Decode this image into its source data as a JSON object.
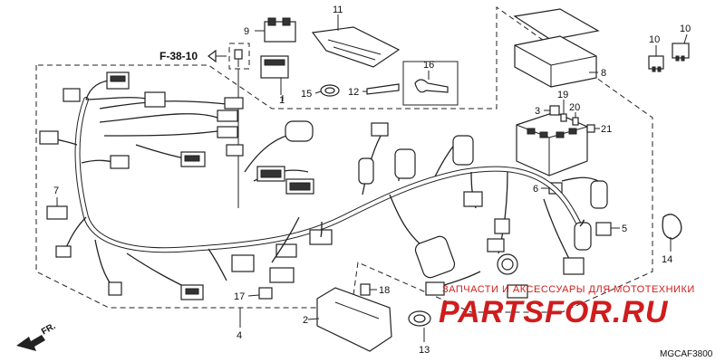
{
  "diagram": {
    "ref_label": "F-38-10",
    "code": "MGCAF3800",
    "front_label": "FR.",
    "watermark_line1": "ЗАПЧАСТИ И АКСЕССУАРЫ ДЛЯ МОТОТЕХНИКИ",
    "watermark_line2": "PARTSFOR.RU",
    "callouts": [
      {
        "id": "c1",
        "text": "1"
      },
      {
        "id": "c2",
        "text": "2"
      },
      {
        "id": "c3",
        "text": "3"
      },
      {
        "id": "c4",
        "text": "4"
      },
      {
        "id": "c5",
        "text": "5"
      },
      {
        "id": "c6",
        "text": "6"
      },
      {
        "id": "c7",
        "text": "7"
      },
      {
        "id": "c8",
        "text": "8"
      },
      {
        "id": "c9",
        "text": "9"
      },
      {
        "id": "c10a",
        "text": "10"
      },
      {
        "id": "c10b",
        "text": "10"
      },
      {
        "id": "c11",
        "text": "11"
      },
      {
        "id": "c12",
        "text": "12"
      },
      {
        "id": "c13",
        "text": "13"
      },
      {
        "id": "c14",
        "text": "14"
      },
      {
        "id": "c15",
        "text": "15"
      },
      {
        "id": "c16",
        "text": "16"
      },
      {
        "id": "c17",
        "text": "17"
      },
      {
        "id": "c18",
        "text": "18"
      },
      {
        "id": "c19",
        "text": "19"
      },
      {
        "id": "c20",
        "text": "20"
      },
      {
        "id": "c21",
        "text": "21"
      }
    ]
  }
}
